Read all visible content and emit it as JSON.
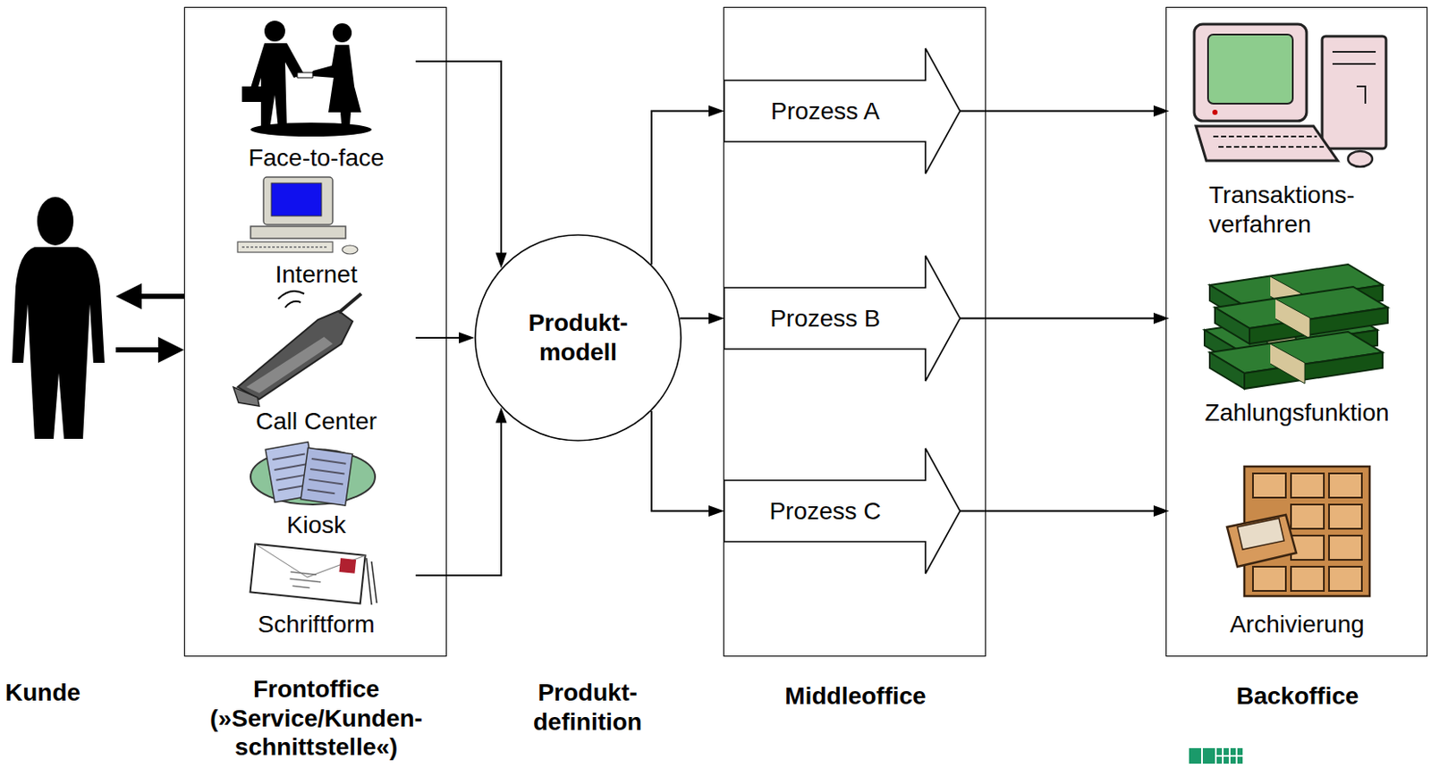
{
  "diagram": {
    "nodes": [
      {
        "text": [
          "Kunde"
        ]
      },
      {
        "text": [
          "Frontoffice (»Service/Kunden- schnittstelle«)"
        ]
      },
      {
        "text": [
          "Face-to-face"
        ],
        "in": 1
      },
      {
        "text": [
          "Internet"
        ],
        "in": 1
      },
      {
        "text": [
          "Call Center"
        ],
        "in": 1
      },
      {
        "text": [
          "Kiosk"
        ],
        "in": 1
      },
      {
        "text": [
          "Schriftform"
        ],
        "in": 1
      },
      {
        "text": [
          "Produkt- modell",
          "Produkt- definition"
        ]
      },
      {
        "text": [
          "Middleoffice"
        ]
      },
      {
        "text": [
          "Prozess A"
        ],
        "in": 8
      },
      {
        "text": [
          "Prozess B"
        ],
        "in": 8
      },
      {
        "text": [
          "Prozess C"
        ],
        "in": 8
      },
      {
        "text": [
          "Backoffice"
        ]
      },
      {
        "text": [
          "Transaktions- verfahren"
        ],
        "in": 12
      },
      {
        "text": [
          "Zahlungsfunktion"
        ],
        "in": 12
      },
      {
        "text": [
          "Archivierung"
        ],
        "in": 12
      }
    ],
    "edges": [
      {
        "from": 1,
        "to": 0,
        "arrow": "to"
      },
      {
        "from": 0,
        "to": 1,
        "arrow": "to"
      },
      {
        "from": 2,
        "to": 7,
        "arrow": "to"
      },
      {
        "from": 4,
        "to": 7,
        "arrow": "to"
      },
      {
        "from": 6,
        "to": 7,
        "arrow": "to"
      },
      {
        "from": 7,
        "to": 9,
        "arrow": "to"
      },
      {
        "from": 7,
        "to": 10,
        "arrow": "to"
      },
      {
        "from": 7,
        "to": 11,
        "arrow": "to"
      },
      {
        "from": 9,
        "to": 13,
        "arrow": "to"
      },
      {
        "from": 10,
        "to": 14,
        "arrow": "to"
      },
      {
        "from": 11,
        "to": 15,
        "arrow": "to"
      }
    ]
  }
}
